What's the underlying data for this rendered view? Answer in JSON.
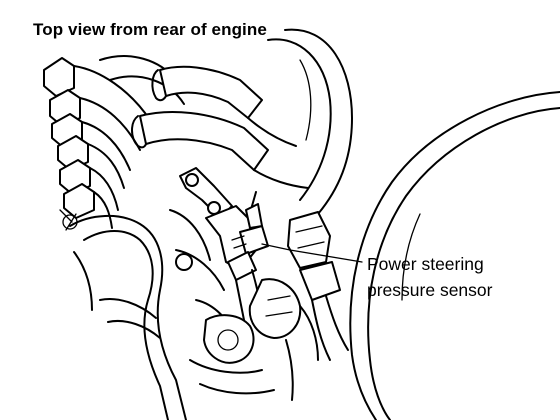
{
  "figure": {
    "title": "Top view from rear of engine",
    "callout": {
      "line1": "Power steering",
      "line2": "pressure sensor"
    }
  }
}
